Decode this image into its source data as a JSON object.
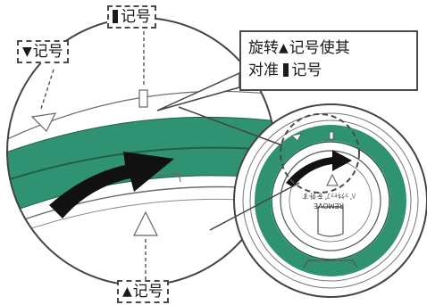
{
  "labels": {
    "down_glyph": "▼",
    "down_text": "记号",
    "bar_text": "记号",
    "up_glyph": "▲",
    "up_text": "记号"
  },
  "callout": {
    "line1_prefix": "旋转",
    "line1_glyph": "▲",
    "line1_suffix": "记号使其",
    "line2_prefix": "对准",
    "line2_suffix": "记号"
  },
  "lens_cap_text": {
    "line1": "REMOVE",
    "line2": "ﾊﾞｯｸｷｬｯﾌﾟを外す"
  },
  "colors": {
    "ring_green": "#2f9272",
    "arrow_dark": "#111111",
    "outline": "#444444",
    "dash": "#4a4a4a",
    "bg": "#ffffff"
  },
  "icons": {
    "rotation_arrow": "rotation-arrow-icon",
    "triangle_marker": "triangle-marker-icon",
    "bar_marker": "bar-marker-icon"
  }
}
